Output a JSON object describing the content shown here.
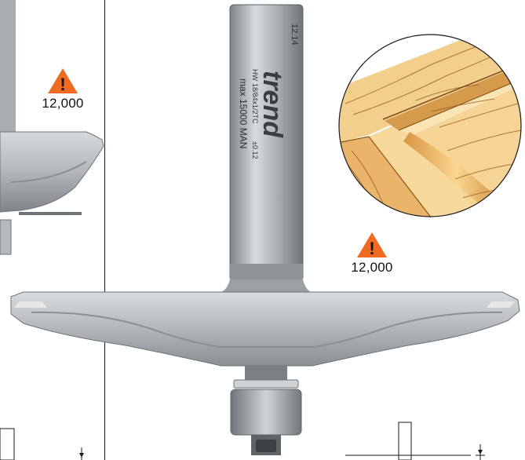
{
  "colors": {
    "warning": "#ef6b21",
    "steel_light": "#c9cdd1",
    "steel_mid": "#a2a7ac",
    "steel_dark": "#6e7378",
    "wood_light": "#f7d79a",
    "wood_mid": "#e9b467",
    "wood_dark": "#b9762b"
  },
  "icons": {
    "warning": "warning-triangle-icon"
  },
  "warnings": {
    "left": {
      "symbol": "!",
      "speed": "12,000"
    },
    "right": {
      "symbol": "!",
      "speed": "12,000"
    }
  },
  "shank_markings": {
    "brand": "trend",
    "code_line": "18/84x1/2TC",
    "tolerance": "±0.12",
    "max_line": "max 15000 MAN",
    "part_no": "12.14",
    "hw": "HW"
  }
}
